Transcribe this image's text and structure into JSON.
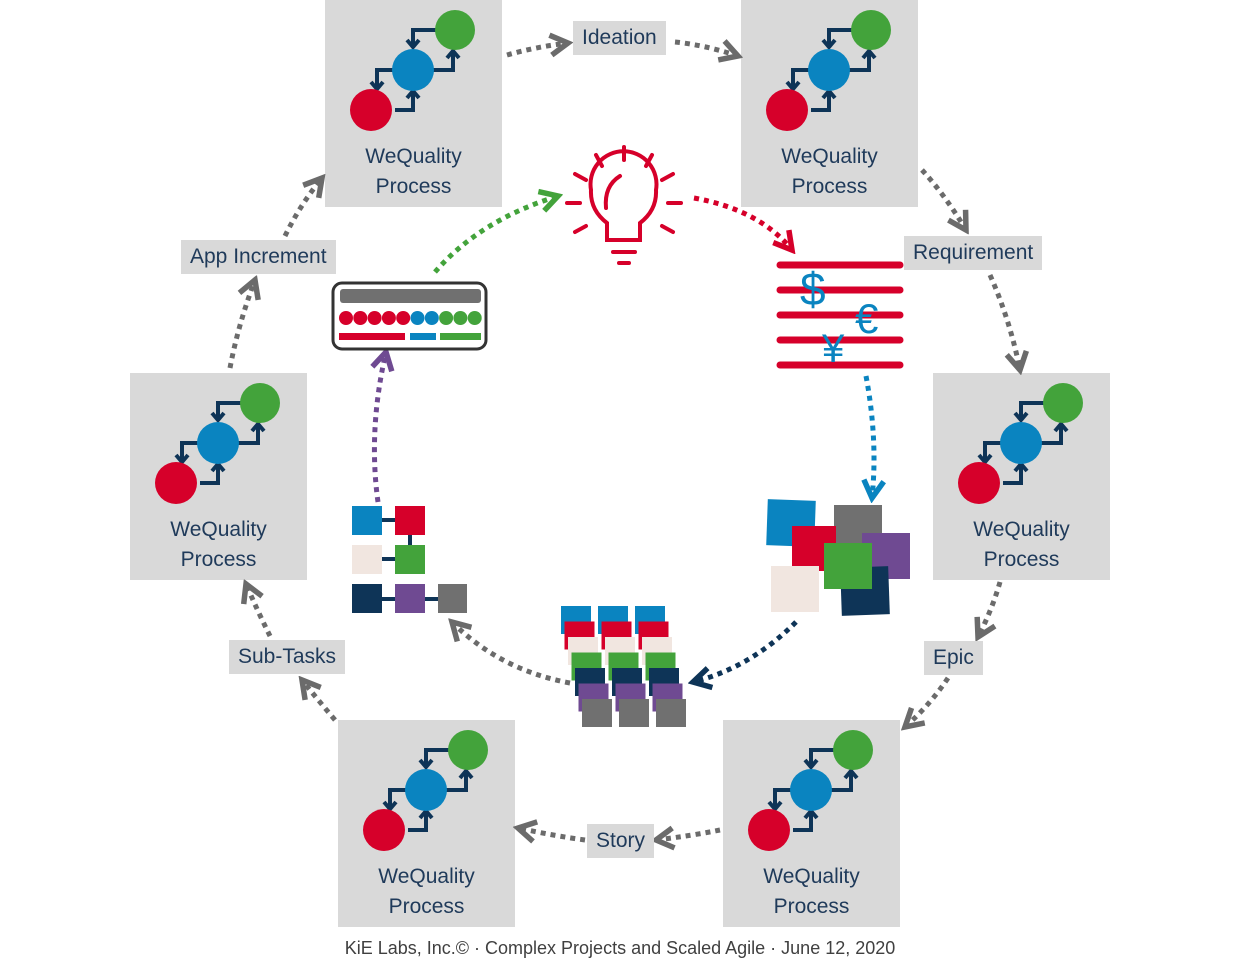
{
  "diagram": {
    "process_boxes": [
      {
        "id": "top-left",
        "line1": "WeQuality",
        "line2": "Process"
      },
      {
        "id": "top-right",
        "line1": "WeQuality",
        "line2": "Process"
      },
      {
        "id": "right",
        "line1": "WeQuality",
        "line2": "Process"
      },
      {
        "id": "bottom-right",
        "line1": "WeQuality",
        "line2": "Process"
      },
      {
        "id": "bottom-left",
        "line1": "WeQuality",
        "line2": "Process"
      },
      {
        "id": "left",
        "line1": "WeQuality",
        "line2": "Process"
      }
    ],
    "step_labels": {
      "ideation": "Ideation",
      "requirement": "Requirement",
      "epic": "Epic",
      "story": "Story",
      "subtasks": "Sub-Tasks",
      "app_increment": "App Increment"
    },
    "inner_cycle": {
      "icons": [
        "lightbulb-icon",
        "currency-list-icon",
        "scattered-squares-icon",
        "stacked-cards-icon",
        "connected-blocks-icon",
        "app-board-icon"
      ],
      "currency_symbols": [
        "$",
        "€",
        "¥"
      ]
    },
    "colors": {
      "red": "#d6002a",
      "blue": "#0a84c0",
      "green": "#43a33b",
      "navy": "#0e3457",
      "purple": "#6f4a92",
      "gray": "#707070",
      "cream": "#f1e6e0",
      "box_gray": "#d9d9d9",
      "arrow_gray": "#6b6b6b"
    }
  },
  "footer": {
    "text": "KiE Labs, Inc.© · Complex Projects and Scaled Agile · June 12, 2020"
  }
}
